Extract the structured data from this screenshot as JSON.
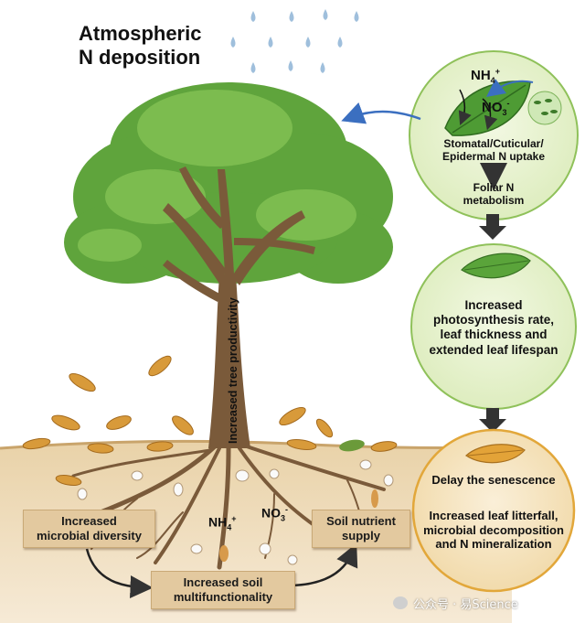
{
  "title": {
    "line1": "Atmospheric",
    "line2": "N deposition"
  },
  "foliar_uptake": {
    "nh4": "NH",
    "nh4_sub": "4",
    "nh4_sup": "+",
    "no3": "NO",
    "no3_sub": "3",
    "no3_sup": "-",
    "uptake_line1": "Stomatal/Cuticular/",
    "uptake_line2": "Epidermal N uptake",
    "metabolism_line1": "Foliar N",
    "metabolism_line2": "metabolism"
  },
  "photosynthesis": {
    "line1": "Increased",
    "line2": "photosynthesis rate,",
    "line3": "leaf thickness and",
    "line4": "extended leaf lifespan"
  },
  "senescence": {
    "title": "Delay the senescence",
    "line1": "Increased leaf litterfall,",
    "line2": "microbial decomposition",
    "line3": "and N mineralization"
  },
  "trunk_label": "Increased tree productivity",
  "soil": {
    "nh4": "NH",
    "nh4_sub": "4",
    "nh4_sup": "+",
    "no3": "NO",
    "no3_sub": "3",
    "no3_sup": "-",
    "diversity_line1": "Increased",
    "diversity_line2": "microbial diversity",
    "multifunctionality_line1": "Increased soil",
    "multifunctionality_line2": "multifunctionality",
    "nutrient_line1": "Soil nutrient",
    "nutrient_line2": "supply"
  },
  "watermark": "公众号 · 易Science",
  "colors": {
    "foliage": "#5fa43c",
    "foliage_light": "#7cbc4f",
    "trunk": "#7a5a3a",
    "soil": "#d8b98a",
    "circle_fill": "#e8f2cf",
    "circle_stroke": "#8fc15a",
    "senescence_fill": "#f5e2bd",
    "senescence_stroke": "#e2a73a",
    "rain": "#9fbfdc",
    "arrow_blue": "#3b6fc0"
  }
}
